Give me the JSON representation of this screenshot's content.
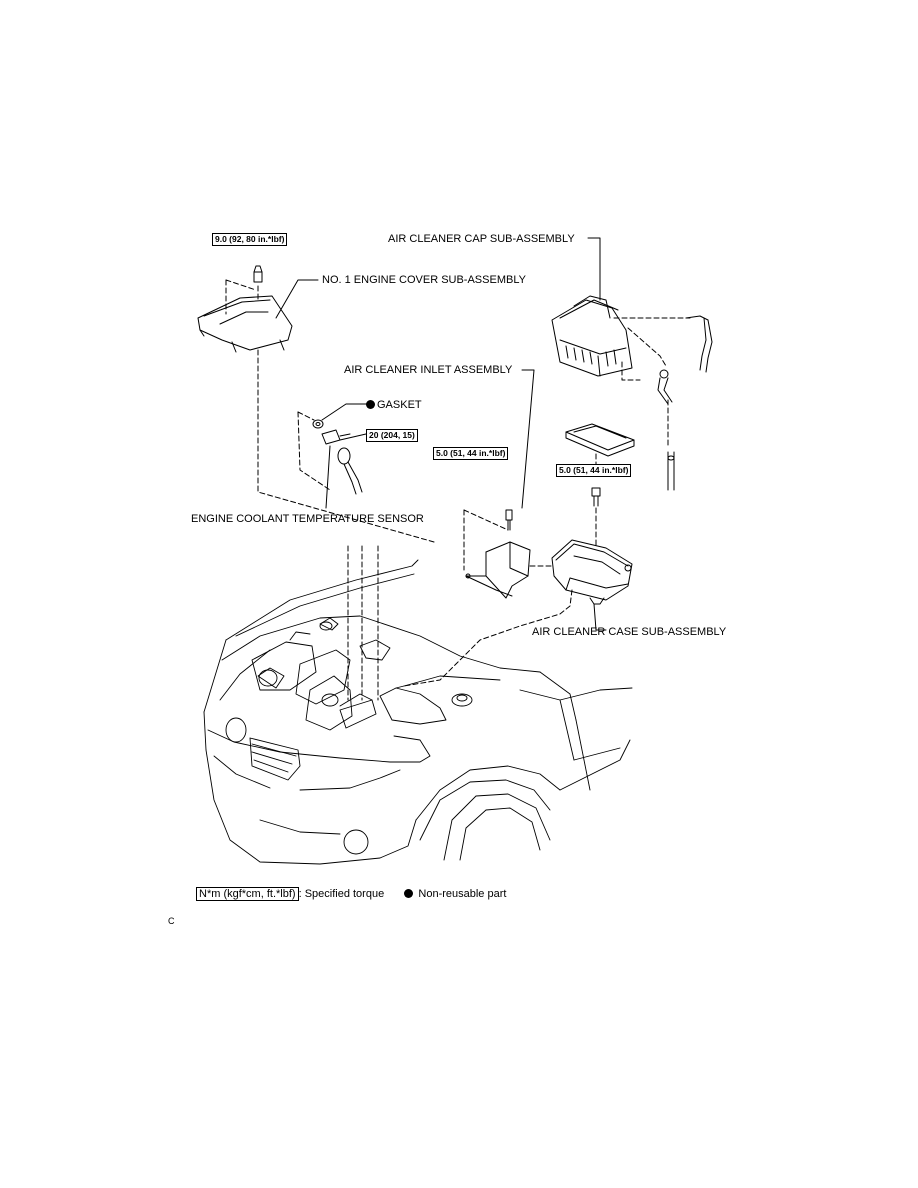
{
  "labels": {
    "air_cleaner_cap": "AIR CLEANER CAP SUB-ASSEMBLY",
    "engine_cover": "NO. 1 ENGINE COVER SUB-ASSEMBLY",
    "air_cleaner_inlet": "AIR CLEANER INLET ASSEMBLY",
    "gasket": "GASKET",
    "coolant_sensor": "ENGINE COOLANT TEMPERATURE SENSOR",
    "air_cleaner_case": "AIR CLEANER CASE SUB-ASSEMBLY"
  },
  "torques": {
    "engine_cover_nut": "9.0 (92, 80 in.*lbf)",
    "coolant_sensor": "20 (204, 15)",
    "inlet_bolt": "5.0 (51, 44 in.*lbf)",
    "case_bolt": "5.0 (51, 44 in.*lbf)"
  },
  "legend": {
    "torque_unit": "N*m (kgf*cm, ft.*lbf)",
    "torque_text": ": Specified torque",
    "nonreusable_text": "Non-reusable part"
  },
  "footer_code": "C"
}
